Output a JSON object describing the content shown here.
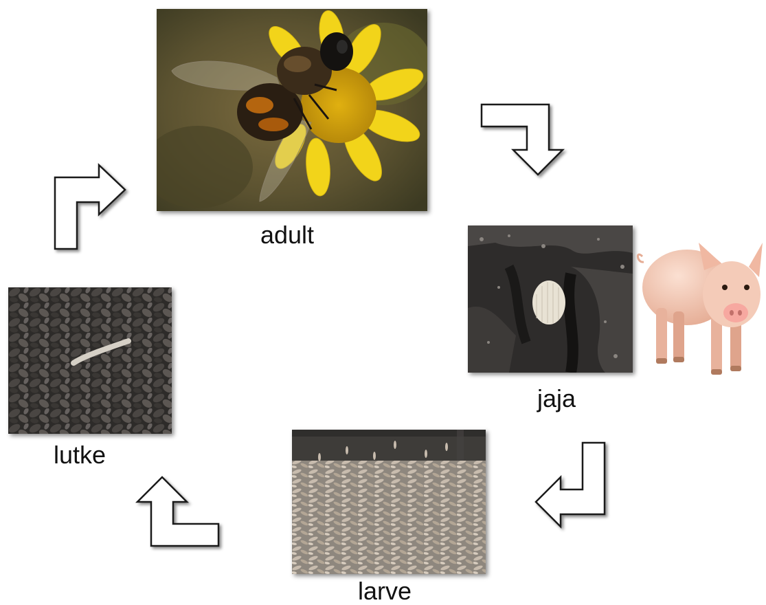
{
  "diagram": {
    "stages": [
      {
        "label": "adult",
        "image": "hoverfly-on-yellow-flower-photo"
      },
      {
        "label": "jaja",
        "image": "egg-cluster-in-manure-photo"
      },
      {
        "label": "larve",
        "image": "rat-tailed-larvae-photo"
      },
      {
        "label": "lutke",
        "image": "pupae-pile-photo"
      }
    ],
    "extra_image": "piglet-photo",
    "arrow_icon": "cycle-arrow-icon",
    "colors": {
      "arrow_fill": "#ffffff",
      "arrow_stroke": "#1a1a1a",
      "flower": "#f2d41a",
      "manure": "#2e2c2b",
      "piglet": "#f0c4b0"
    }
  }
}
